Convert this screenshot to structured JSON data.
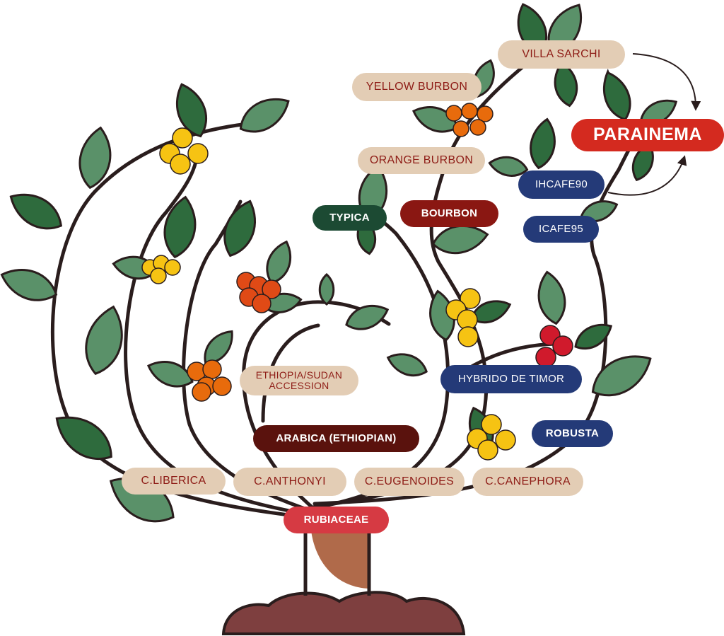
{
  "colors": {
    "leaf_dark": "#2e6b3d",
    "leaf_light": "#5a9169",
    "stem": "#2a1d1d",
    "berry_yellow": "#f6c313",
    "berry_orange": "#e86b0c",
    "berry_redorange": "#e04a16",
    "berry_red": "#d01a2c",
    "trunk": "#b06a4a",
    "soil": "#7e3f3f",
    "pill_light": "#e3cdb5",
    "pill_text": "#8e1c16",
    "pill_blue": "#243a78",
    "pill_green": "#1c4a33",
    "pill_maroon": "#8a1712",
    "pill_brown": "#5a120d",
    "pill_red": "#d63a43",
    "pill_parainema": "#d42a1f"
  },
  "labels": {
    "villa_sarchi": "VILLA SARCHI",
    "yellow_burbon": "YELLOW BURBON",
    "parainema": "PARAINEMA",
    "orange_burbon": "ORANGE BURBON",
    "ihcafe90": "IHCAFE90",
    "typica": "TYPICA",
    "bourbon": "BOURBON",
    "icafe95": "ICAFE95",
    "ethiopia_sudan": "ETHIOPIA/SUDAN ACCESSION",
    "hybrido_de_timor": "HYBRIDO DE TIMOR",
    "arabica_ethiopian": "ARABICA (ETHIOPIAN)",
    "robusta": "ROBUSTA",
    "c_liberica": "C.LIBERICA",
    "c_anthonyi": "C.ANTHONYI",
    "c_eugenoides": "C.EUGENOIDES",
    "c_canephora": "C.CANEPHORA",
    "rubiaceae": "RUBIACEAE"
  }
}
